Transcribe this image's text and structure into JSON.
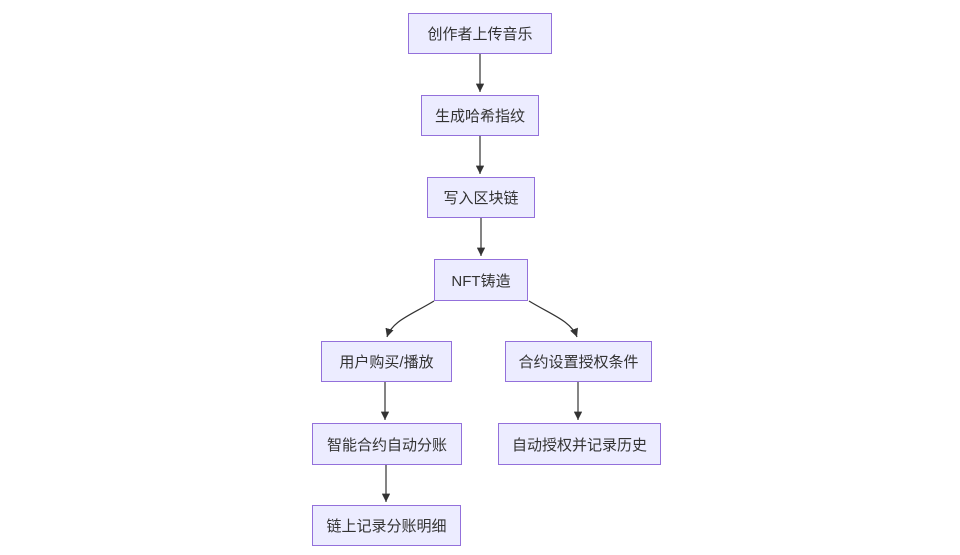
{
  "diagram": {
    "type": "flowchart",
    "direction": "top-down",
    "background": "#ffffff",
    "node_style": {
      "fill": "#ECECFF",
      "border": "#9370DB",
      "text_color": "#333333"
    },
    "edge_style": {
      "color": "#333333",
      "arrowhead": "filled-triangle"
    },
    "nodes": [
      {
        "id": "upload",
        "label": "创作者上传音乐"
      },
      {
        "id": "hash",
        "label": "生成哈希指纹"
      },
      {
        "id": "chain",
        "label": "写入区块链"
      },
      {
        "id": "nft",
        "label": "NFT铸造"
      },
      {
        "id": "purchase",
        "label": "用户购买/播放"
      },
      {
        "id": "license",
        "label": "合约设置授权条件"
      },
      {
        "id": "split",
        "label": "智能合约自动分账"
      },
      {
        "id": "authlog",
        "label": "自动授权并记录历史"
      },
      {
        "id": "detail",
        "label": "链上记录分账明细"
      }
    ],
    "edges": [
      {
        "from": "upload",
        "to": "hash"
      },
      {
        "from": "hash",
        "to": "chain"
      },
      {
        "from": "chain",
        "to": "nft"
      },
      {
        "from": "nft",
        "to": "purchase"
      },
      {
        "from": "nft",
        "to": "license"
      },
      {
        "from": "purchase",
        "to": "split"
      },
      {
        "from": "license",
        "to": "authlog"
      },
      {
        "from": "split",
        "to": "detail"
      }
    ]
  }
}
